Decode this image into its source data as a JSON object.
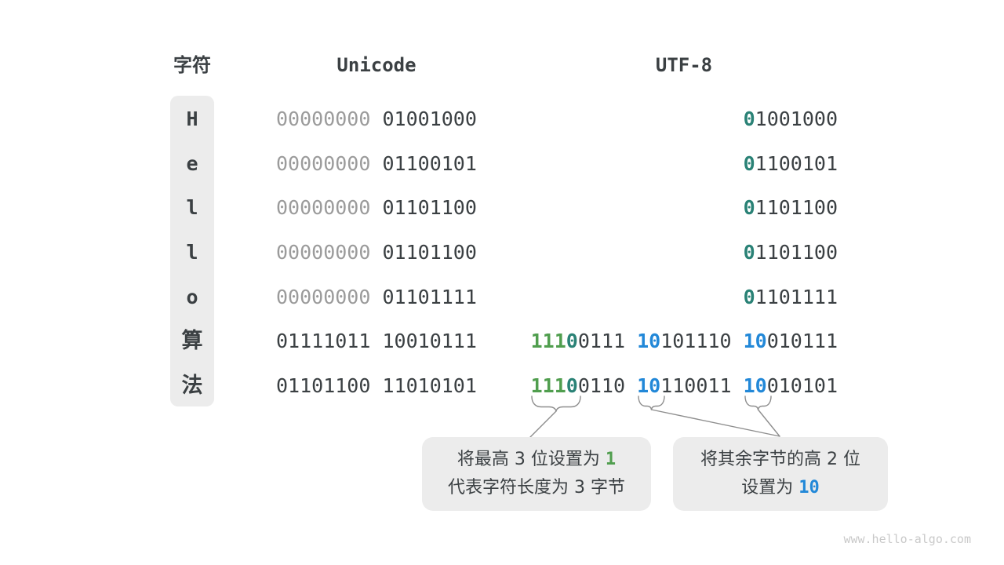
{
  "colors": {
    "green": "#509e4e",
    "teal": "#2a8276",
    "blue": "#2288d8",
    "dark": "#3b4043",
    "gray": "#9b9b9b",
    "box_bg": "#ececec",
    "line": "#8e8e8e",
    "watermark": "#c9c9c9"
  },
  "headers": {
    "character": "字符",
    "unicode": "Unicode",
    "utf8": "UTF-8"
  },
  "rows": [
    {
      "char": "H",
      "unicode": [
        [
          {
            "t": "00000000",
            "c": "gray"
          }
        ],
        [
          {
            "t": "01001000",
            "c": "dark"
          }
        ]
      ],
      "utf8": [
        [
          {
            "t": "0",
            "c": "teal"
          },
          {
            "t": "1001000",
            "c": "dark"
          }
        ]
      ]
    },
    {
      "char": "e",
      "unicode": [
        [
          {
            "t": "00000000",
            "c": "gray"
          }
        ],
        [
          {
            "t": "01100101",
            "c": "dark"
          }
        ]
      ],
      "utf8": [
        [
          {
            "t": "0",
            "c": "teal"
          },
          {
            "t": "1100101",
            "c": "dark"
          }
        ]
      ]
    },
    {
      "char": "l",
      "unicode": [
        [
          {
            "t": "00000000",
            "c": "gray"
          }
        ],
        [
          {
            "t": "01101100",
            "c": "dark"
          }
        ]
      ],
      "utf8": [
        [
          {
            "t": "0",
            "c": "teal"
          },
          {
            "t": "1101100",
            "c": "dark"
          }
        ]
      ]
    },
    {
      "char": "l",
      "unicode": [
        [
          {
            "t": "00000000",
            "c": "gray"
          }
        ],
        [
          {
            "t": "01101100",
            "c": "dark"
          }
        ]
      ],
      "utf8": [
        [
          {
            "t": "0",
            "c": "teal"
          },
          {
            "t": "1101100",
            "c": "dark"
          }
        ]
      ]
    },
    {
      "char": "o",
      "unicode": [
        [
          {
            "t": "00000000",
            "c": "gray"
          }
        ],
        [
          {
            "t": "01101111",
            "c": "dark"
          }
        ]
      ],
      "utf8": [
        [
          {
            "t": "0",
            "c": "teal"
          },
          {
            "t": "1101111",
            "c": "dark"
          }
        ]
      ]
    },
    {
      "char": "算",
      "unicode": [
        [
          {
            "t": "01111011",
            "c": "dark"
          }
        ],
        [
          {
            "t": "10010111",
            "c": "dark"
          }
        ]
      ],
      "utf8": [
        [
          {
            "t": "111",
            "c": "green"
          },
          {
            "t": "0",
            "c": "teal"
          },
          {
            "t": "0111",
            "c": "dark"
          }
        ],
        [
          {
            "t": "10",
            "c": "blue"
          },
          {
            "t": "101110",
            "c": "dark"
          }
        ],
        [
          {
            "t": "10",
            "c": "blue"
          },
          {
            "t": "010111",
            "c": "dark"
          }
        ]
      ]
    },
    {
      "char": "法",
      "unicode": [
        [
          {
            "t": "01101100",
            "c": "dark"
          }
        ],
        [
          {
            "t": "11010101",
            "c": "dark"
          }
        ]
      ],
      "utf8": [
        [
          {
            "t": "111",
            "c": "green"
          },
          {
            "t": "0",
            "c": "teal"
          },
          {
            "t": "0110",
            "c": "dark"
          }
        ],
        [
          {
            "t": "10",
            "c": "blue"
          },
          {
            "t": "110011",
            "c": "dark"
          }
        ],
        [
          {
            "t": "10",
            "c": "blue"
          },
          {
            "t": "010101",
            "c": "dark"
          }
        ]
      ]
    }
  ],
  "callouts": {
    "left": {
      "line1_pre": "将最高 3 位设置为 ",
      "line1_value": "1",
      "line2": "代表字符长度为 3 字节"
    },
    "right": {
      "line1": "将其余字节的高 2 位",
      "line2_pre": "设置为 ",
      "line2_value": "10"
    }
  },
  "watermark": "www.hello-algo.com"
}
